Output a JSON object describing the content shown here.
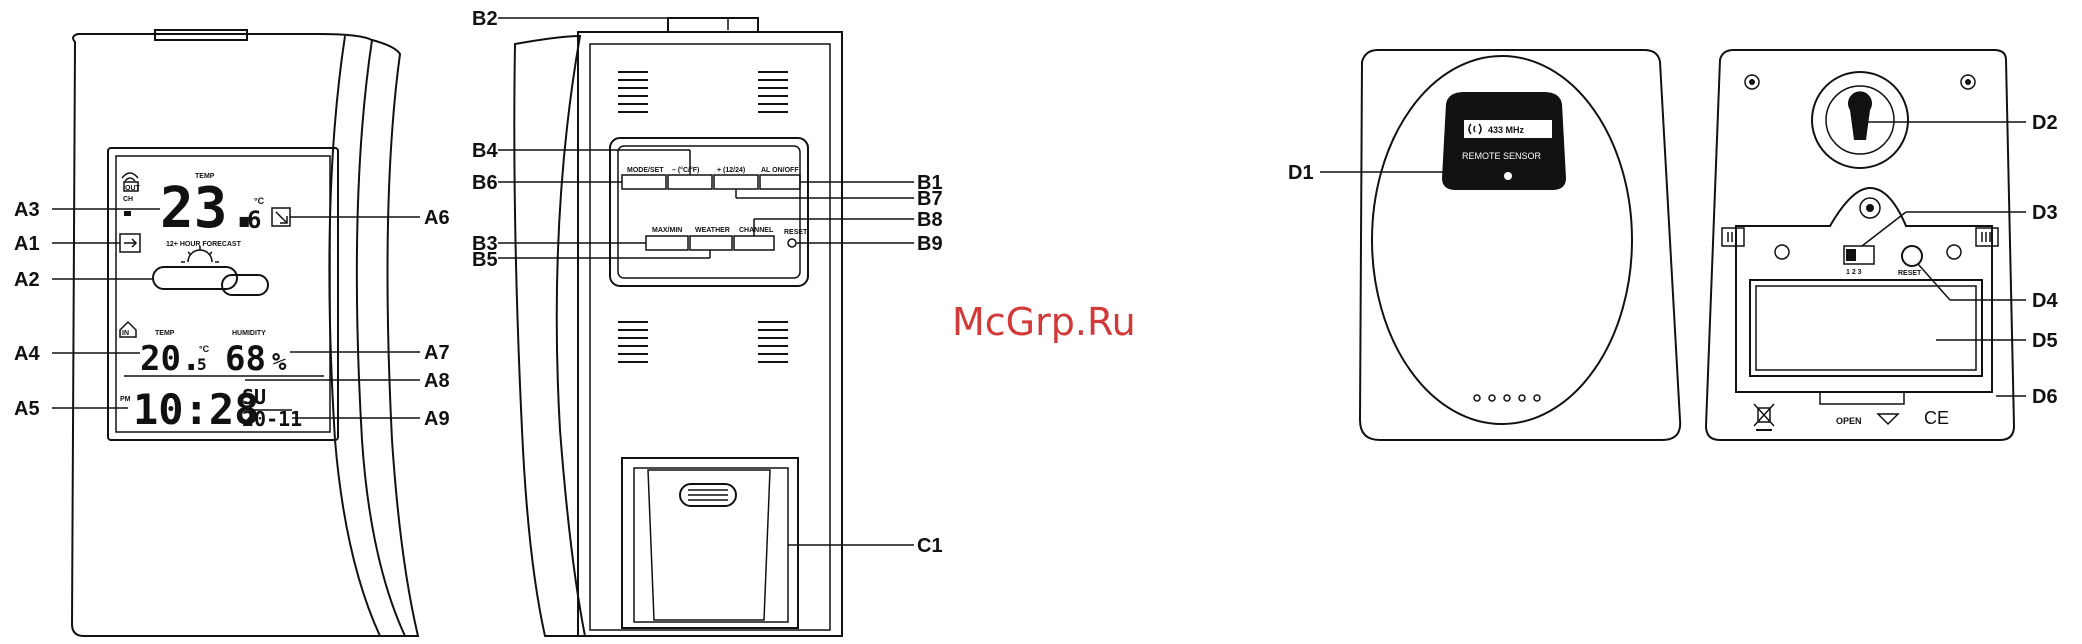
{
  "watermark": "McGrp.Ru",
  "display_unit": {
    "callouts": {
      "A1": "A1",
      "A2": "A2",
      "A3": "A3",
      "A4": "A4",
      "A5": "A5",
      "A6": "A6",
      "A7": "A7",
      "A8": "A8",
      "A9": "A9"
    },
    "lcd": {
      "out_label": "OUT",
      "ch_label": "CH",
      "temp_label_out": "TEMP",
      "out_temp_main": "23.",
      "out_temp_dec": "6",
      "unit_c": "°C",
      "forecast_label": "12+ HOUR FORECAST",
      "temp_label_in": "TEMP",
      "humidity_label": "HUMIDITY",
      "in_temp_main": "20.",
      "in_temp_dec": "5",
      "humidity_value": "68",
      "percent": "%",
      "pm_label": "PM",
      "time": "10:28",
      "weekday": "SU",
      "date": "20-11"
    }
  },
  "back_unit": {
    "callouts": {
      "B1": "B1",
      "B2": "B2",
      "B3": "B3",
      "B4": "B4",
      "B5": "B5",
      "B6": "B6",
      "B7": "B7",
      "B8": "B8",
      "B9": "B9",
      "C1": "C1"
    },
    "buttons": {
      "mode_set": "MODE/SET",
      "minus": "– (°C/°F)",
      "plus": "+ (12/24)",
      "al_on_off": "AL ON/OFF",
      "max_min": "MAX/MIN",
      "weather": "WEATHER",
      "channel": "CHANNEL",
      "reset": "RESET"
    }
  },
  "sensor_front": {
    "callouts": {
      "D1": "D1"
    },
    "badge_freq": "433 MHz",
    "badge_text": "REMOTE SENSOR"
  },
  "sensor_back": {
    "callouts": {
      "D2": "D2",
      "D3": "D3",
      "D4": "D4",
      "D5": "D5",
      "D6": "D6"
    },
    "switch_numbers": "1 2 3",
    "reset": "RESET",
    "open": "OPEN",
    "ce": "CE"
  }
}
